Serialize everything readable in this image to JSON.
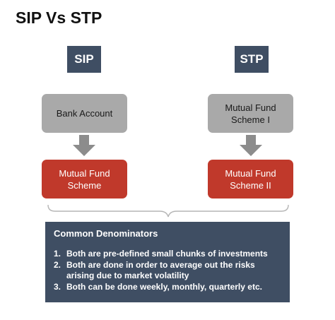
{
  "title": "SIP Vs STP",
  "sip": {
    "label": "SIP",
    "source_lines": [
      "Bank Account"
    ],
    "target_lines": [
      "Mutual Fund",
      "Scheme"
    ]
  },
  "stp": {
    "label": "STP",
    "source_lines": [
      "Mutual Fund",
      "Scheme I"
    ],
    "target_lines": [
      "Mutual Fund",
      "Scheme II"
    ]
  },
  "common": {
    "heading": "Common Denominators",
    "items": [
      {
        "num": "1.",
        "text": "Both are pre-defined small chunks of investments"
      },
      {
        "num": "2.",
        "text": "Both are done in order to average out the risks arising due to market volatility"
      },
      {
        "num": "3.",
        "text": "Both can be done weekly, monthly, quarterly etc."
      }
    ]
  },
  "colors": {
    "header": "#3f4e63",
    "source": "#a9a9a9",
    "target": "#c0392b",
    "arrow": "#8c8c8c",
    "brace": "#b5b5b5"
  }
}
